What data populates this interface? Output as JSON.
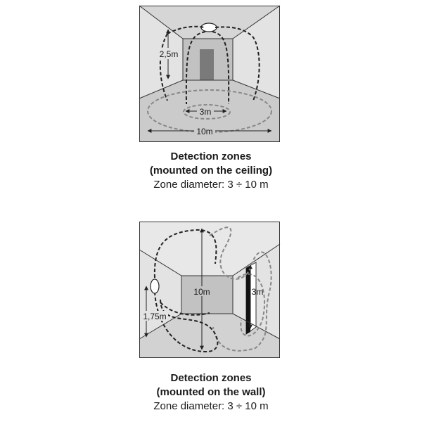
{
  "ceiling": {
    "labels": {
      "height": "2,5m",
      "inner": "3m",
      "outer": "10m"
    },
    "caption": {
      "title": "Detection zones",
      "subtitle": "(mounted on the ceiling)",
      "diameter": "Zone diameter: 3 ÷ 10 m"
    }
  },
  "wall": {
    "labels": {
      "height": "1,75m",
      "outer": "10m",
      "inner": "3m"
    },
    "caption": {
      "title": "Detection zones",
      "subtitle": "(mounted on the wall)",
      "diameter": "Zone diameter: 3 ÷ 10 m"
    }
  },
  "colors": {
    "wall_light": "#e6e6e6",
    "wall_mid": "#cdcdcd",
    "floor": "#c4c4c4",
    "back_wall": "#bcbcbc",
    "door": "#777777",
    "dash_dark": "#222222",
    "dash_light": "#888888"
  }
}
